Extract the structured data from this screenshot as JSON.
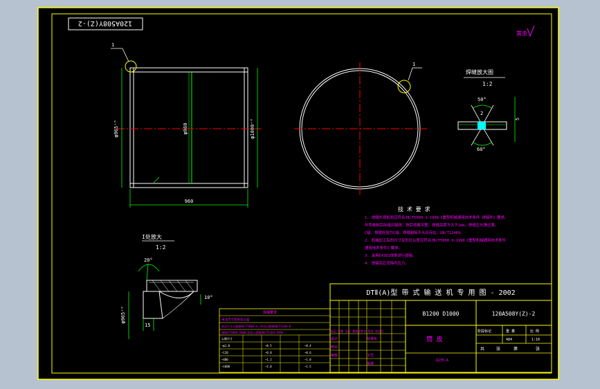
{
  "colors": {
    "background": "#b7c2d0",
    "paper": "#000000",
    "frame": "#ffff00",
    "geometry": "#ffffff",
    "centerline": "#ff0000",
    "dimension": "#00ff00",
    "annotation": "#ff00ff",
    "text_white": "#ffffff",
    "cyan": "#00ffff"
  },
  "drawing": {
    "corner_code_mirrored": "120A508Y(Z)-2",
    "top_right_mark": "其余"
  },
  "front_view": {
    "callout_number": "1",
    "dim_length": "960",
    "dim_inner_dia": "φ960",
    "dim_outer_dia": "φ965⁺⁰",
    "dim_right_dia": "φ1000⁺⁰"
  },
  "side_view": {
    "callout_number": "1"
  },
  "detail_weld": {
    "title": "焊缝放大图",
    "scale": "1:2",
    "angle_top": "50°",
    "angle_bottom": "60°",
    "gap_label": "2",
    "right_label": "5"
  },
  "detail_enlarge": {
    "title": "I处放大",
    "scale": "1:2",
    "angle": "20°",
    "angle2": "10°",
    "dim_dia": "φ965⁺⁰",
    "dim_width": "15"
  },
  "tech_notes": {
    "title": "技 术 要 求",
    "lines": [
      "1. 焊缝外观检验应符合JB/T5000.3-1998《重型机械通用技术条件 焊接件》要求。",
      "外壳卷制后纵缝对接焊，焊后修磨平整，焊缝高度不大于1mm，焊缝应光滑过渡。",
      "C级，焊缝检验为C级，焊缝缺陷不允许存在。GB/T12469。",
      "2. 机械加工后的尺寸及形位公差应符合JB/T5000.9-1998《重型机械通用技术条件",
      "通用技术条件》要求。",
      "3. 采用E4303焊条进行焊接。",
      "4. 焊接后应消除内应力。"
    ]
  },
  "title_block": {
    "series_title": "DTⅡ(A)型  带 式 输 送 机 专 用 图 - 2002",
    "spec": "B1200 D1000",
    "drawing_number": "120A508Y(Z)-2",
    "part_name": "筒   皮",
    "material": "Q235-A",
    "hdr_stage": "阶段标记",
    "hdr_weight": "重 量",
    "hdr_scale": "比 例",
    "weight": "484",
    "scale": "1:10",
    "sheet_total": "共",
    "sheet_of": "张",
    "sheet_no": "第",
    "sheet_end": "张",
    "change_row": "标记 处数 分区 更改文件号 签名 年月日",
    "design_row": "设计",
    "check_row": "校对",
    "std_row": "标准化",
    "approve_row": "审核",
    "process_row": "工艺",
    "date_row": "批准"
  },
  "tolerance_table": {
    "title": "焊接要求",
    "header": "未注尺寸及形位公差",
    "rows": [
      "未注尺寸公差按GB/T1804-m，形位公差按GB/T1184-K",
      "按GB/T1804-2000 形位公差按GB/T1184-1996"
    ],
    "grid_header": [
      "公称尺寸",
      "",
      "",
      "",
      ""
    ],
    "grid_rows": [
      [
        "~φ1.0",
        "",
        "~0.5",
        "",
        "~0.4"
      ],
      [
        "~120",
        "",
        "~0.8",
        "",
        "~0.6"
      ],
      [
        "~400",
        "",
        "~1.2",
        "",
        "~1.0"
      ],
      [
        "~1000",
        "",
        "~2.0",
        "",
        "~1.5"
      ]
    ]
  }
}
